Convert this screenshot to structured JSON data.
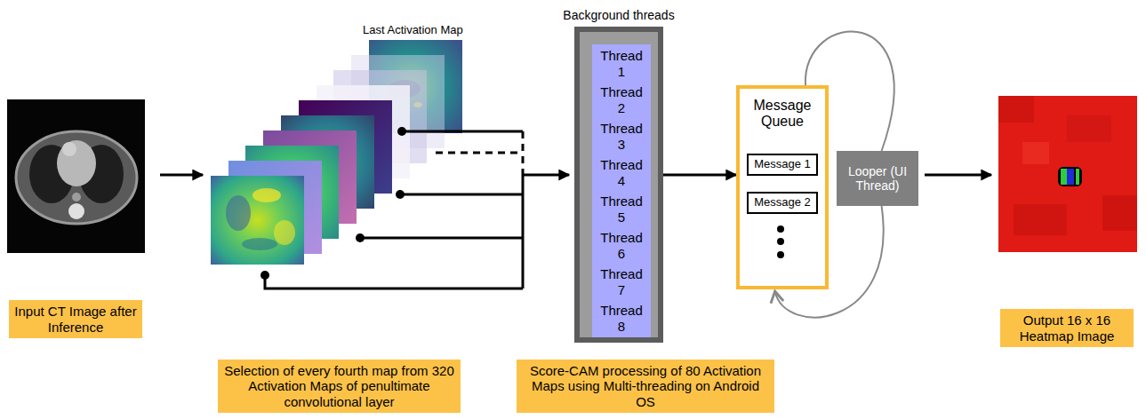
{
  "diagram": {
    "nodes": [
      {
        "text": [
          "Background threads"
        ]
      },
      {
        "text": [
          "Thread 1"
        ],
        "in": 0
      },
      {
        "text": [
          "Thread 2"
        ],
        "in": 0
      },
      {
        "text": [
          "Thread 3"
        ],
        "in": 0
      },
      {
        "text": [
          "Thread 4"
        ],
        "in": 0
      },
      {
        "text": [
          "Thread 5"
        ],
        "in": 0
      },
      {
        "text": [
          "Thread 6"
        ],
        "in": 0
      },
      {
        "text": [
          "Thread 7"
        ],
        "in": 0
      },
      {
        "text": [
          "Thread 8"
        ],
        "in": 0
      },
      {
        "text": [
          "Message Queue"
        ]
      },
      {
        "text": [
          "Message 1"
        ],
        "in": 9
      },
      {
        "text": [
          "Message 2"
        ],
        "in": 9
      },
      {
        "text": [
          "Looper (UI Thread)"
        ]
      },
      {
        "text": [
          "Input CT Image after Inference"
        ]
      },
      {
        "text": [
          "Selection of every fourth map from 320 Activation Maps of penultimate convolutional layer"
        ]
      },
      {
        "text": [
          "Score-CAM processing of 80 Activation Maps using Multi-threading on Android OS"
        ]
      },
      {
        "text": [
          "Output 16 x 16 Heatmap Image"
        ]
      }
    ],
    "edges": [
      {
        "from": 0,
        "to": 9,
        "arrow": "to"
      },
      {
        "from": 9,
        "to": 12,
        "arrow": "none"
      },
      {
        "from": 12,
        "to": 9,
        "arrow": "to"
      }
    ],
    "labels": [
      "Last Activation Map"
    ]
  }
}
